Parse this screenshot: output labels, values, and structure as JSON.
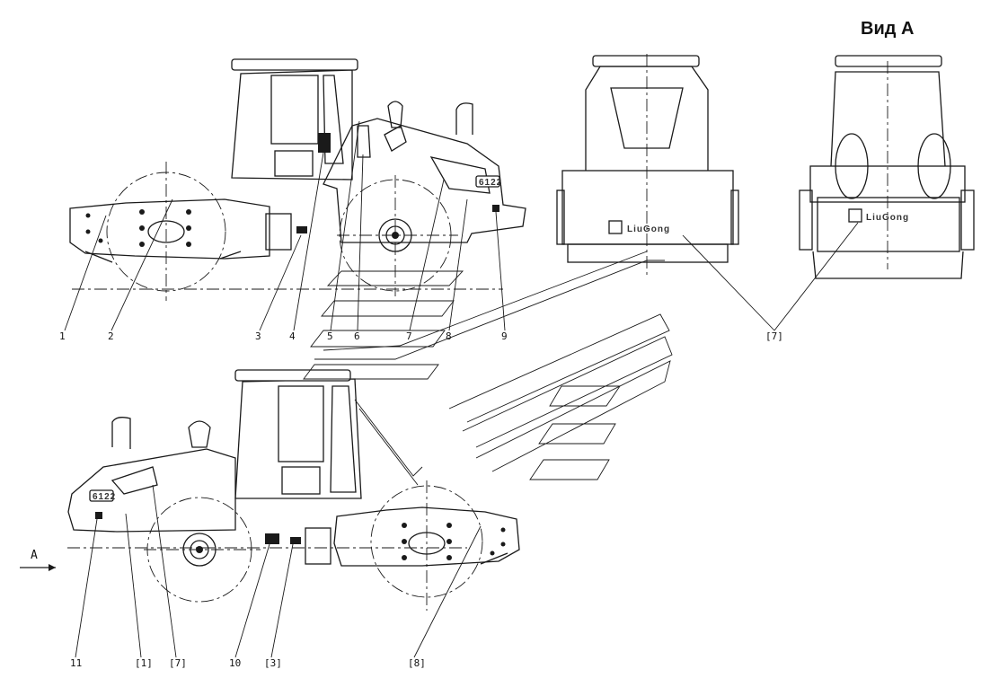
{
  "view_title": "Вид А",
  "direction_label": "A",
  "brand": "LiuGong",
  "model_badge": "6122",
  "top_callouts": [
    "1",
    "2",
    "3",
    "4",
    "5",
    "6",
    "7",
    "8",
    "9"
  ],
  "bottom_callouts": [
    "11",
    "[1]",
    "[7]",
    "10",
    "[3]",
    "[8]"
  ],
  "right_callout": "[7]"
}
